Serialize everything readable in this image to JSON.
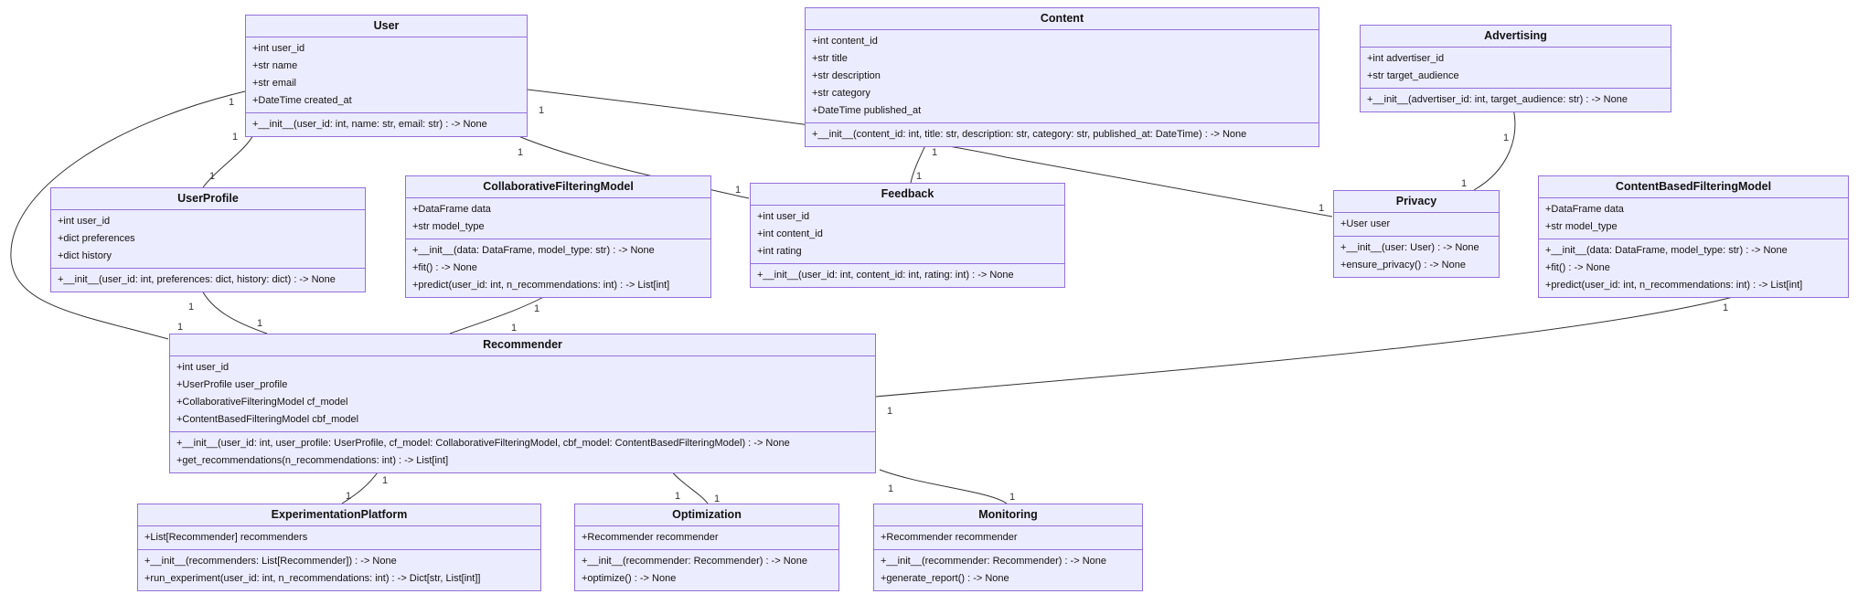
{
  "diagram": {
    "type": "uml-class-diagram",
    "colors": {
      "box_fill": "#ECECFF",
      "box_stroke": "#9370DB",
      "edge_stroke": "#333333",
      "text": "#131313",
      "background": "#ffffff"
    },
    "classes": [
      {
        "id": "User",
        "title": "User",
        "attributes": [
          "+int user_id",
          "+str name",
          "+str email",
          "+DateTime created_at"
        ],
        "methods": [
          "+__init__(user_id: int, name: str, email: str) : -> None"
        ]
      },
      {
        "id": "Content",
        "title": "Content",
        "attributes": [
          "+int content_id",
          "+str title",
          "+str description",
          "+str category",
          "+DateTime published_at"
        ],
        "methods": [
          "+__init__(content_id: int, title: str, description: str, category: str, published_at: DateTime) : -> None"
        ]
      },
      {
        "id": "Advertising",
        "title": "Advertising",
        "attributes": [
          "+int advertiser_id",
          "+str target_audience"
        ],
        "methods": [
          "+__init__(advertiser_id: int, target_audience: str) : -> None"
        ]
      },
      {
        "id": "UserProfile",
        "title": "UserProfile",
        "attributes": [
          "+int user_id",
          "+dict preferences",
          "+dict history"
        ],
        "methods": [
          "+__init__(user_id: int, preferences: dict, history: dict) : -> None"
        ]
      },
      {
        "id": "CollaborativeFilteringModel",
        "title": "CollaborativeFilteringModel",
        "attributes": [
          "+DataFrame data",
          "+str model_type"
        ],
        "methods": [
          "+__init__(data: DataFrame, model_type: str) : -> None",
          "+fit() : -> None",
          "+predict(user_id: int, n_recommendations: int) : -> List[int]"
        ]
      },
      {
        "id": "Feedback",
        "title": "Feedback",
        "attributes": [
          "+int user_id",
          "+int content_id",
          "+int rating"
        ],
        "methods": [
          "+__init__(user_id: int, content_id: int, rating: int) : -> None"
        ]
      },
      {
        "id": "Privacy",
        "title": "Privacy",
        "attributes": [
          "+User user"
        ],
        "methods": [
          "+__init__(user: User) : -> None",
          "+ensure_privacy() : -> None"
        ]
      },
      {
        "id": "ContentBasedFilteringModel",
        "title": "ContentBasedFilteringModel",
        "attributes": [
          "+DataFrame data",
          "+str model_type"
        ],
        "methods": [
          "+__init__(data: DataFrame, model_type: str) : -> None",
          "+fit() : -> None",
          "+predict(user_id: int, n_recommendations: int) : -> List[int]"
        ]
      },
      {
        "id": "Recommender",
        "title": "Recommender",
        "attributes": [
          "+int user_id",
          "+UserProfile user_profile",
          "+CollaborativeFilteringModel cf_model",
          "+ContentBasedFilteringModel cbf_model"
        ],
        "methods": [
          "+__init__(user_id: int, user_profile: UserProfile, cf_model: CollaborativeFilteringModel, cbf_model: ContentBasedFilteringModel) : -> None",
          "+get_recommendations(n_recommendations: int) : -> List[int]"
        ]
      },
      {
        "id": "ExperimentationPlatform",
        "title": "ExperimentationPlatform",
        "attributes": [
          "+List[Recommender] recommenders"
        ],
        "methods": [
          "+__init__(recommenders: List[Recommender]) : -> None",
          "+run_experiment(user_id: int, n_recommendations: int) : -> Dict[str, List[int]]"
        ]
      },
      {
        "id": "Optimization",
        "title": "Optimization",
        "attributes": [
          "+Recommender recommender"
        ],
        "methods": [
          "+__init__(recommender: Recommender) : -> None",
          "+optimize() : -> None"
        ]
      },
      {
        "id": "Monitoring",
        "title": "Monitoring",
        "attributes": [
          "+Recommender recommender"
        ],
        "methods": [
          "+__init__(recommender: Recommender) : -> None",
          "+generate_report() : -> None"
        ]
      }
    ],
    "edges": [
      {
        "from": "User",
        "to": "UserProfile",
        "from_label": "1",
        "to_label": "1"
      },
      {
        "from": "User",
        "to": "Recommender",
        "from_label": "1",
        "to_label": "1"
      },
      {
        "from": "User",
        "to": "Feedback",
        "from_label": "1",
        "to_label": "1"
      },
      {
        "from": "User",
        "to": "Privacy",
        "from_label": "1",
        "to_label": "1"
      },
      {
        "from": "Content",
        "to": "Feedback",
        "from_label": "1",
        "to_label": "1"
      },
      {
        "from": "Advertising",
        "to": "Privacy",
        "from_label": "1",
        "to_label": "1"
      },
      {
        "from": "UserProfile",
        "to": "Recommender",
        "from_label": "1",
        "to_label": "1"
      },
      {
        "from": "CollaborativeFilteringModel",
        "to": "Recommender",
        "from_label": "1",
        "to_label": "1"
      },
      {
        "from": "ContentBasedFilteringModel",
        "to": "Recommender",
        "from_label": "1",
        "to_label": "1"
      },
      {
        "from": "Recommender",
        "to": "ExperimentationPlatform",
        "from_label": "1",
        "to_label": "1"
      },
      {
        "from": "Recommender",
        "to": "Optimization",
        "from_label": "1",
        "to_label": "1"
      },
      {
        "from": "Recommender",
        "to": "Monitoring",
        "from_label": "1",
        "to_label": "1"
      }
    ]
  }
}
